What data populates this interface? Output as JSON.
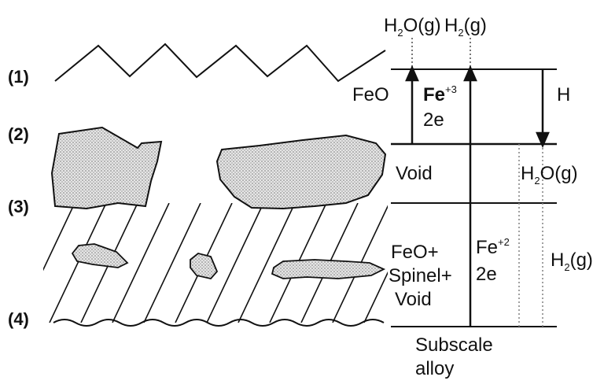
{
  "layer_markers": [
    "(1)",
    "(2)",
    "(3)",
    "(4)"
  ],
  "gases_top": {
    "h2o": {
      "base": "H",
      "sub": "2",
      "rest": "O(g)"
    },
    "h2": {
      "base": "H",
      "sub": "2",
      "rest": "(g)"
    }
  },
  "outer_zone": {
    "feo": "FeO",
    "fe_ion": {
      "base": "Fe",
      "sup": "+3"
    },
    "electrons": "2e",
    "h_label": "H"
  },
  "void_zone": {
    "void": "Void",
    "h2o": {
      "base": "H",
      "sub": "2",
      "rest": "O(g)"
    }
  },
  "inner_zone": {
    "composition": [
      "FeO+",
      "Spinel+",
      "Void"
    ],
    "fe_ion": {
      "base": "Fe",
      "sup": "+2"
    },
    "electrons": "2e",
    "h2": {
      "base": "H",
      "sub": "2",
      "rest": "(g)"
    }
  },
  "bottom": [
    "Subscale",
    "alloy"
  ],
  "colors": {
    "ink": "#111111",
    "fill": "#cfcfcf",
    "dots": "#777777"
  }
}
